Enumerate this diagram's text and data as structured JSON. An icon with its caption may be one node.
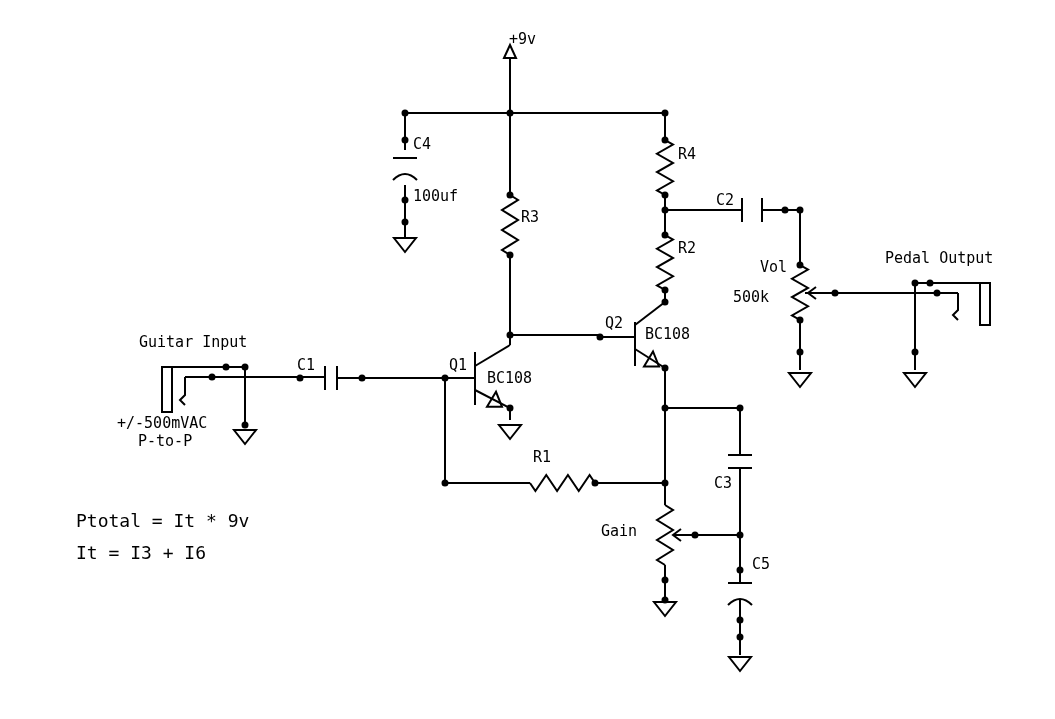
{
  "diagram": {
    "labels": [
      "+9v",
      "C4",
      "R4",
      "100uf",
      "C2",
      "R3",
      "R2",
      "Pedal Output",
      "Vol",
      "500k",
      "Q2",
      "BC108",
      "Guitar Input",
      "C1",
      "Q1",
      "BC108",
      "+/-500mVAC",
      "P-to-P",
      "R1",
      "C3",
      "Ptotal = It * 9v",
      "Gain",
      "C5",
      "It = I3 + I6"
    ]
  }
}
